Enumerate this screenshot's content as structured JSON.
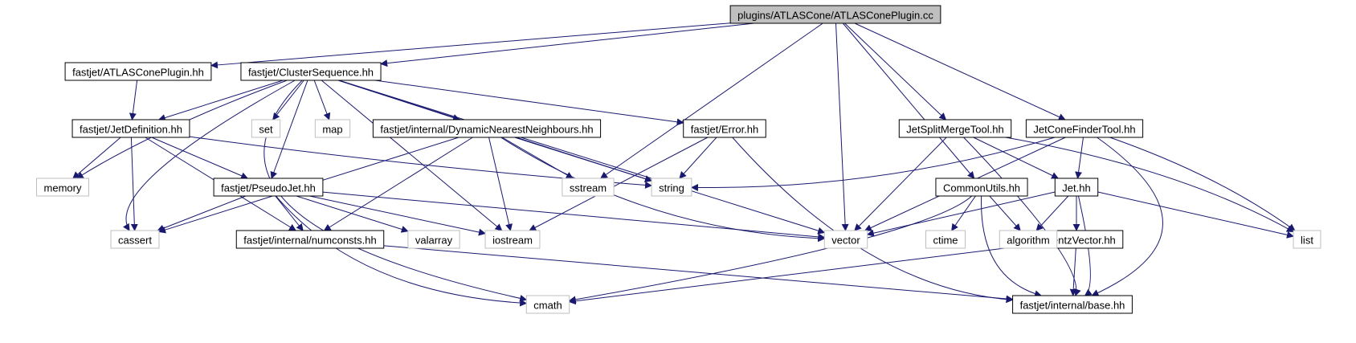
{
  "diagram": {
    "nodes": [
      {
        "id": "root",
        "label": "plugins/ATLASCone/ATLASConePlugin.cc",
        "style": "root"
      },
      {
        "id": "atlasplugin_hh",
        "label": "fastjet/ATLASConePlugin.hh",
        "style": "project"
      },
      {
        "id": "clusterseq",
        "label": "fastjet/ClusterSequence.hh",
        "style": "project"
      },
      {
        "id": "jetdef",
        "label": "fastjet/JetDefinition.hh",
        "style": "project"
      },
      {
        "id": "dnn",
        "label": "fastjet/internal/DynamicNearestNeighbours.hh",
        "style": "project"
      },
      {
        "id": "error",
        "label": "fastjet/Error.hh",
        "style": "project"
      },
      {
        "id": "pseudojet",
        "label": "fastjet/PseudoJet.hh",
        "style": "project"
      },
      {
        "id": "numconsts",
        "label": "fastjet/internal/numconsts.hh",
        "style": "project"
      },
      {
        "id": "base",
        "label": "fastjet/internal/base.hh",
        "style": "project"
      },
      {
        "id": "jetsplit",
        "label": "JetSplitMergeTool.hh",
        "style": "project"
      },
      {
        "id": "jetcone",
        "label": "JetConeFinderTool.hh",
        "style": "project"
      },
      {
        "id": "commonutils",
        "label": "CommonUtils.hh",
        "style": "project"
      },
      {
        "id": "jet",
        "label": "Jet.hh",
        "style": "project"
      },
      {
        "id": "lorentz",
        "label": "LorentzVector.hh",
        "style": "project"
      },
      {
        "id": "set",
        "label": "set",
        "style": "system"
      },
      {
        "id": "map",
        "label": "map",
        "style": "system"
      },
      {
        "id": "memory",
        "label": "memory",
        "style": "system"
      },
      {
        "id": "cassert",
        "label": "cassert",
        "style": "system"
      },
      {
        "id": "sstream",
        "label": "sstream",
        "style": "system"
      },
      {
        "id": "string",
        "label": "string",
        "style": "system"
      },
      {
        "id": "valarray",
        "label": "valarray",
        "style": "system"
      },
      {
        "id": "iostream",
        "label": "iostream",
        "style": "system"
      },
      {
        "id": "vector",
        "label": "vector",
        "style": "system"
      },
      {
        "id": "ctime",
        "label": "ctime",
        "style": "system"
      },
      {
        "id": "algorithm",
        "label": "algorithm",
        "style": "system"
      },
      {
        "id": "list",
        "label": "list",
        "style": "system"
      },
      {
        "id": "cmath",
        "label": "cmath",
        "style": "system"
      }
    ],
    "edges": [
      {
        "from": "root",
        "to": "atlasplugin_hh"
      },
      {
        "from": "root",
        "to": "clusterseq"
      },
      {
        "from": "root",
        "to": "sstream"
      },
      {
        "from": "root",
        "to": "vector"
      },
      {
        "from": "root",
        "to": "commonutils"
      },
      {
        "from": "root",
        "to": "jetsplit"
      },
      {
        "from": "root",
        "to": "jetcone"
      },
      {
        "from": "atlasplugin_hh",
        "to": "jetdef"
      },
      {
        "from": "clusterseq",
        "to": "jetdef"
      },
      {
        "from": "clusterseq",
        "to": "set"
      },
      {
        "from": "clusterseq",
        "to": "map"
      },
      {
        "from": "clusterseq",
        "to": "dnn"
      },
      {
        "from": "clusterseq",
        "to": "error"
      },
      {
        "from": "clusterseq",
        "to": "string"
      },
      {
        "from": "clusterseq",
        "to": "vector"
      },
      {
        "from": "clusterseq",
        "to": "memory"
      },
      {
        "from": "clusterseq",
        "to": "cassert"
      },
      {
        "from": "clusterseq",
        "to": "cmath"
      },
      {
        "from": "clusterseq",
        "to": "pseudojet"
      },
      {
        "from": "clusterseq",
        "to": "iostream"
      },
      {
        "from": "jetdef",
        "to": "memory"
      },
      {
        "from": "jetdef",
        "to": "cassert"
      },
      {
        "from": "jetdef",
        "to": "pseudojet"
      },
      {
        "from": "jetdef",
        "to": "numconsts"
      },
      {
        "from": "jetdef",
        "to": "string"
      },
      {
        "from": "dnn",
        "to": "cassert"
      },
      {
        "from": "dnn",
        "to": "numconsts"
      },
      {
        "from": "dnn",
        "to": "iostream"
      },
      {
        "from": "dnn",
        "to": "sstream"
      },
      {
        "from": "dnn",
        "to": "string"
      },
      {
        "from": "dnn",
        "to": "vector"
      },
      {
        "from": "error",
        "to": "string"
      },
      {
        "from": "error",
        "to": "iostream"
      },
      {
        "from": "error",
        "to": "base"
      },
      {
        "from": "pseudojet",
        "to": "cassert"
      },
      {
        "from": "pseudojet",
        "to": "numconsts"
      },
      {
        "from": "pseudojet",
        "to": "valarray"
      },
      {
        "from": "pseudojet",
        "to": "iostream"
      },
      {
        "from": "pseudojet",
        "to": "vector"
      },
      {
        "from": "pseudojet",
        "to": "cmath"
      },
      {
        "from": "numconsts",
        "to": "base"
      },
      {
        "from": "jetsplit",
        "to": "vector"
      },
      {
        "from": "jetsplit",
        "to": "jet"
      },
      {
        "from": "jetsplit",
        "to": "list"
      },
      {
        "from": "jetsplit",
        "to": "base"
      },
      {
        "from": "jetcone",
        "to": "string"
      },
      {
        "from": "jetcone",
        "to": "vector"
      },
      {
        "from": "jetcone",
        "to": "jet"
      },
      {
        "from": "jetcone",
        "to": "list"
      },
      {
        "from": "jetcone",
        "to": "base"
      },
      {
        "from": "commonutils",
        "to": "cmath"
      },
      {
        "from": "commonutils",
        "to": "ctime"
      },
      {
        "from": "commonutils",
        "to": "algorithm"
      },
      {
        "from": "commonutils",
        "to": "base"
      },
      {
        "from": "jet",
        "to": "vector"
      },
      {
        "from": "jet",
        "to": "algorithm"
      },
      {
        "from": "jet",
        "to": "lorentz"
      },
      {
        "from": "jet",
        "to": "list"
      },
      {
        "from": "jet",
        "to": "base"
      },
      {
        "from": "lorentz",
        "to": "cmath"
      },
      {
        "from": "lorentz",
        "to": "base"
      }
    ],
    "colors": {
      "edge": "#191970",
      "root_fill": "#bfbfbf",
      "project_border": "#000000",
      "system_border": "#bfbfbf",
      "node_fill": "#ffffff"
    }
  }
}
